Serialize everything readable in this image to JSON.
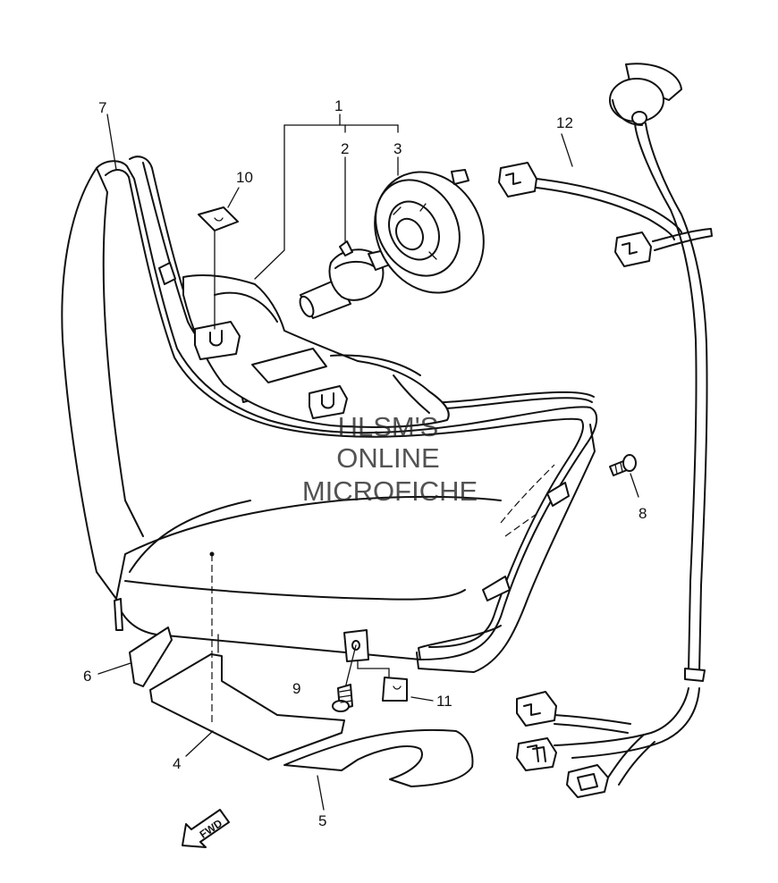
{
  "callouts": {
    "c1": "1",
    "c2": "2",
    "c3": "3",
    "c4": "4",
    "c5": "5",
    "c6": "6",
    "c7": "7",
    "c8": "8",
    "c9": "9",
    "c10": "10",
    "c11": "11",
    "c12": "12"
  },
  "watermark": {
    "line1": "HLSM'S",
    "line2": "ONLINE",
    "line3": "MICROFICHE"
  },
  "fwd_label": "FWD"
}
